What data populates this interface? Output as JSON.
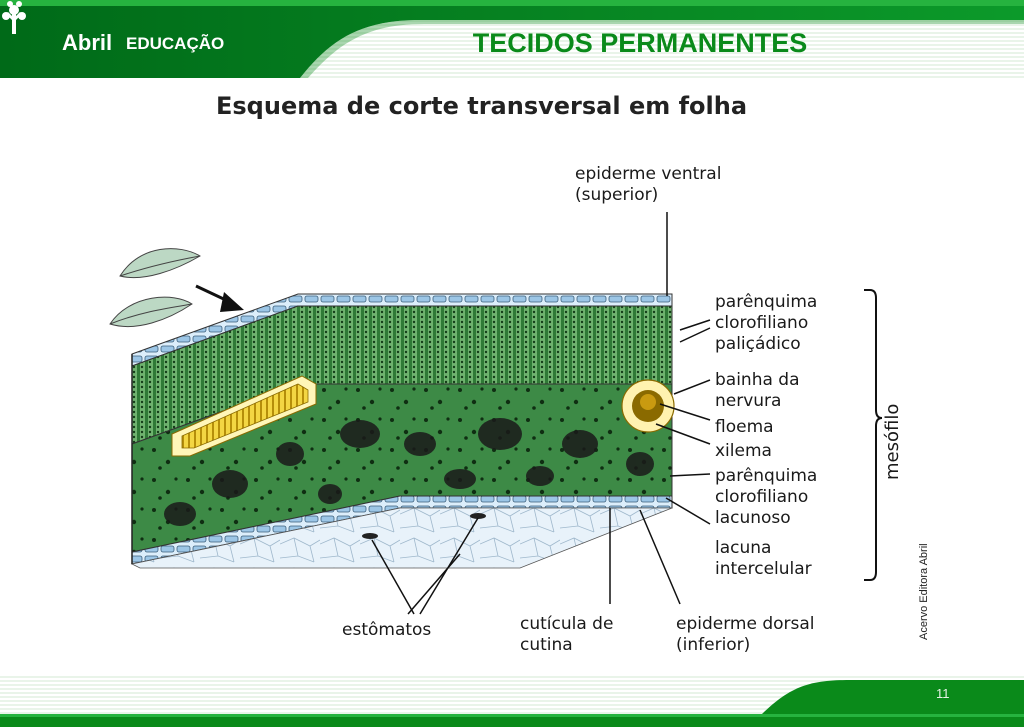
{
  "header": {
    "logo_word": "Abril",
    "logo_sub": "EDUCAÇÃO",
    "title": "TECIDOS PERMANENTES",
    "logo_icon": "tree-icon"
  },
  "figure": {
    "title": "Esquema de corte transversal em folha",
    "labels": {
      "epiderme_ventral_1": "epiderme ventral",
      "epiderme_ventral_2": "(superior)",
      "paliçadico_1": "parênquima",
      "paliçadico_2": "clorofiliano",
      "paliçadico_3": "paliçádico",
      "bainha_1": "bainha da",
      "bainha_2": "nervura",
      "floema": "floema",
      "xilema": "xilema",
      "lacunoso_1": "parênquima",
      "lacunoso_2": "clorofiliano",
      "lacunoso_3": "lacunoso",
      "lacuna_1": "lacuna",
      "lacuna_2": "intercelular",
      "mesofilo": "mesófilo",
      "estomatos": "estômatos",
      "cuticula_1": "cutícula de",
      "cuticula_2": "cutina",
      "epiderme_dorsal_1": "epiderme dorsal",
      "epiderme_dorsal_2": "(inferior)"
    },
    "credit": "Acervo Editora Abril"
  },
  "footer": {
    "page_number": "11"
  },
  "colors": {
    "brand_green": "#0a8a1a",
    "dark_green": "#007a1e",
    "palisade_green": "#4a9a4a",
    "epidermis_blue": "#a8cde8",
    "vein_yellow": "#f0d23a"
  }
}
